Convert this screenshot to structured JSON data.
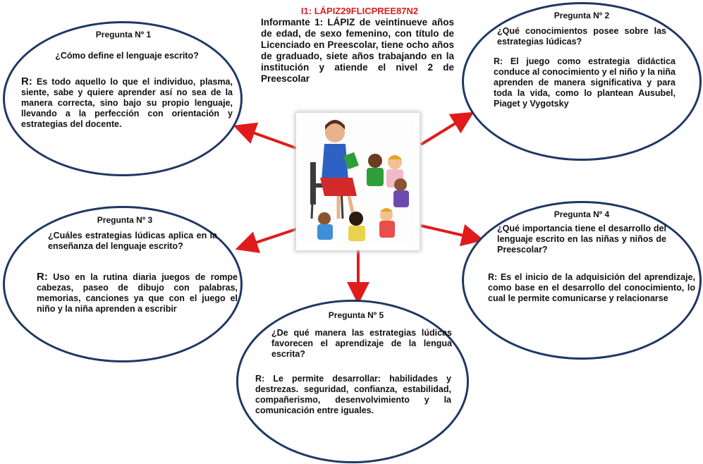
{
  "header": {
    "code": "I1: LÁPIZ29FLICPREE87N2",
    "informant": "Informante 1: LÁPIZ de veintinueve años de edad, de sexo femenino, con título de Licenciado en Preescolar, tiene ocho años de graduado, siete años trabajando en la institución y atiende el nivel 2 de Preescolar"
  },
  "questions": [
    {
      "title": "Pregunta Nº 1",
      "question": "¿Cómo define el lenguaje escrito?",
      "answer_prefix": "R:",
      "answer": "Es todo aquello lo que el individuo, plasma, siente, sabe y quiere aprender así no sea de la manera correcta, sino bajo su propio lenguaje, llevando a la perfección con orientación y estrategias del docente."
    },
    {
      "title": "Pregunta Nº 2",
      "question": "¿Qué conocimientos posee sobre las estrategias lúdicas?",
      "answer_prefix": "R:",
      "answer": "El juego como estrategia didáctica conduce al conocimiento y el niño y la niña aprenden de manera significativa y para toda la vida, como lo plantean Ausubel, Piaget y Vygotsky"
    },
    {
      "title": "Pregunta Nº 3",
      "question": "¿Cuáles estrategias lúdicas aplica en la enseñanza del lenguaje escrito?",
      "answer_prefix": "R:",
      "answer": "Uso en la rutina diaria juegos de rompe cabezas, paseo de dibujo con palabras, memorias, canciones ya que con el juego el niño y la niña aprenden a escribir"
    },
    {
      "title": "Pregunta Nº 4",
      "question": "¿Qué importancia tiene el desarrollo del lenguaje escrito en las niñas y niños de Preescolar?",
      "answer_prefix": "R:",
      "answer": "Es el inicio de la adquisición del aprendizaje, como base en el desarrollo del conocimiento, lo cual le permite comunicarse y relacionarse"
    },
    {
      "title": "Pregunta Nº 5",
      "question": "¿De qué manera las estrategias lúdicas favorecen el aprendizaje de la lengua escrita?",
      "answer_prefix": "R:",
      "answer": "Le permite desarrollar: habilidades y destrezas. seguridad, confianza, estabilidad, compañerismo, desenvolvimiento y la comunicación entre iguales."
    }
  ],
  "colors": {
    "arrow": "#e01b1b",
    "ellipse_border": "#1f3864",
    "header_code": "#d62020"
  }
}
